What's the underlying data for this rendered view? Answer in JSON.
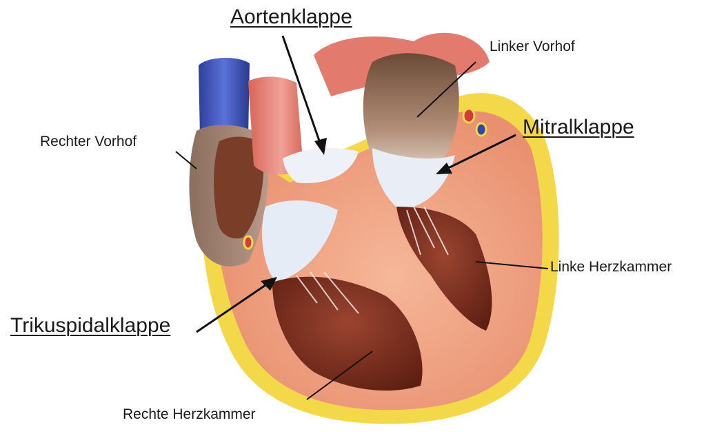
{
  "labels": {
    "aortenklappe": "Aortenklappe",
    "linker_vorhof": "Linker Vorhof",
    "mitralklappe": "Mitralklappe",
    "rechter_vorhof": "Rechter Vorhof",
    "linke_herzkammer": "Linke Herzkammer",
    "trikuspidalklappe": "Trikuspidalklappe",
    "rechte_herzkammer": "Rechte Herzkammer"
  },
  "colors": {
    "myocardium": "#f2a786",
    "fat": "#f3d84a",
    "chamber": "#7a2e1c",
    "vena_cava": "#3a4fb0",
    "aorta": "#e8857a",
    "atrium_left": "#8a6a52",
    "valve": "#e9eef6"
  }
}
